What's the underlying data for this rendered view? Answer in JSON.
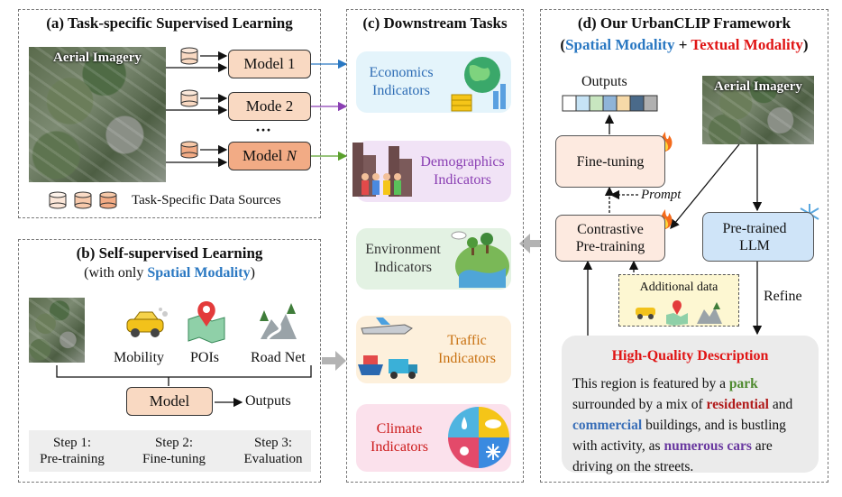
{
  "panel_a": {
    "title": "(a) Task-specific Supervised Learning",
    "aerial_label": "Aerial Imagery",
    "models": [
      "Model 1",
      "Mode 2",
      "Model N"
    ],
    "dots": "···",
    "sources_label": "Task-Specific Data Sources"
  },
  "panel_b": {
    "title": "(b) Self-supervised Learning",
    "subtitle_pre": "(with only ",
    "subtitle_highlight": "Spatial Modality",
    "subtitle_post": ")",
    "sources": [
      "Mobility",
      "POIs",
      "Road Net"
    ],
    "model_label": "Model",
    "outputs_label": "Outputs",
    "steps": [
      "Step 1:\nPre-training",
      "Step 2:\nFine-tuning",
      "Step 3:\nEvaluation"
    ]
  },
  "panel_c": {
    "title": "(c) Downstream Tasks",
    "tasks": [
      {
        "label": "Economics\nIndicators",
        "color": "#2f6db5",
        "bg": "#e4f4fb"
      },
      {
        "label": "Demographics\nIndicators",
        "color": "#8a3fb3",
        "bg": "#f1e3f6"
      },
      {
        "label": "Environment\nIndicators",
        "color": "#333333",
        "bg": "#e3f2e3"
      },
      {
        "label": "Traffic\nIndicators",
        "color": "#c8700f",
        "bg": "#fdf0dc"
      },
      {
        "label": "Climate\nIndicators",
        "color": "#cc1a1a",
        "bg": "#fbe1ec"
      }
    ]
  },
  "panel_d": {
    "title": "(d) Our UrbanCLIP Framework",
    "sub_open": "(",
    "sub_spatial": "Spatial Modality",
    "sub_plus": " + ",
    "sub_textual": "Textual Modality",
    "sub_close": ")",
    "outputs_label": "Outputs",
    "output_colors": [
      "#ffffff",
      "#c6e3f5",
      "#c8e6c0",
      "#8fb4d8",
      "#f6d9a8",
      "#4a6a8a",
      "#b0b0b0"
    ],
    "finetune_label": "Fine-tuning",
    "prompt_label": "Prompt",
    "contrastive_label": "Contrastive\nPre-training",
    "llm_label": "Pre-trained\nLLM",
    "aerial_label": "Aerial Imagery",
    "additional_label": "Additional data",
    "refine_label": "Refine",
    "hq_title": "High-Quality Description",
    "desc_segments": [
      {
        "t": "This region is featured by a ",
        "c": "#111111",
        "b": false
      },
      {
        "t": "park",
        "c": "#4e8a2e",
        "b": true
      },
      {
        "t": " surrounded by a mix of ",
        "c": "#111111",
        "b": false
      },
      {
        "t": "residential",
        "c": "#b11a1a",
        "b": true
      },
      {
        "t": " and ",
        "c": "#111111",
        "b": false
      },
      {
        "t": "commercial",
        "c": "#3a6fb8",
        "b": true
      },
      {
        "t": " buildings, and is bustling with activity, as ",
        "c": "#111111",
        "b": false
      },
      {
        "t": "numerous cars",
        "c": "#6a3aa0",
        "b": true
      },
      {
        "t": " are driving on the streets.",
        "c": "#111111",
        "b": false
      }
    ]
  },
  "colors": {
    "spatial": "#2a78c2",
    "textual": "#e01515",
    "model_fill": "#f9d9c2",
    "llm_fill": "#cfe4f8"
  }
}
